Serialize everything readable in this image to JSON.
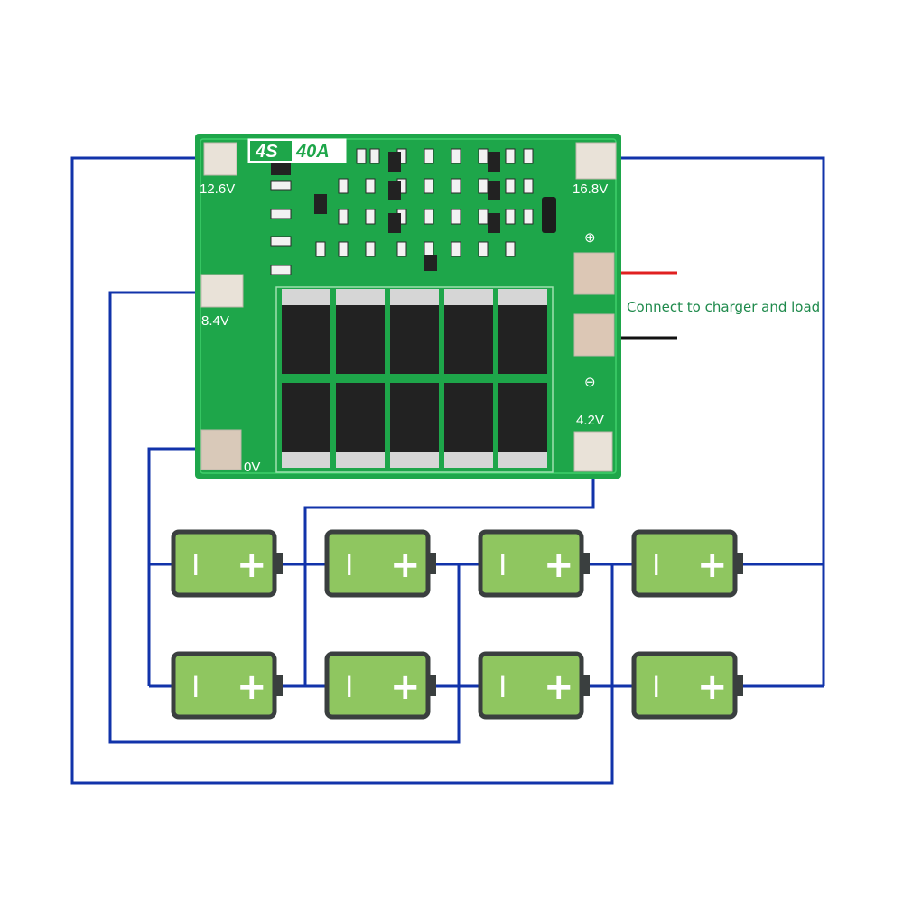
{
  "board": {
    "cell_count_label": "4S",
    "current_label": "40A",
    "pads": {
      "p12": "12.6V",
      "p16": "16.8V",
      "p8": "8.4V",
      "p0": "0V",
      "p4": "4.2V"
    },
    "plus_symbol": "⊕",
    "minus_symbol": "⊖"
  },
  "annotation": {
    "text": "Connect to charger and load"
  },
  "battery": {
    "minus_glyph": "I",
    "plus_glyph": "+"
  },
  "colors": {
    "board_green": "#1ea64a",
    "wire_blue": "#1133aa",
    "battery_fill": "#8fc660",
    "battery_outline": "#3a3f3f",
    "annotation_text": "#1f8a4c",
    "charger_positive": "#e02020",
    "charger_negative": "#111111"
  }
}
